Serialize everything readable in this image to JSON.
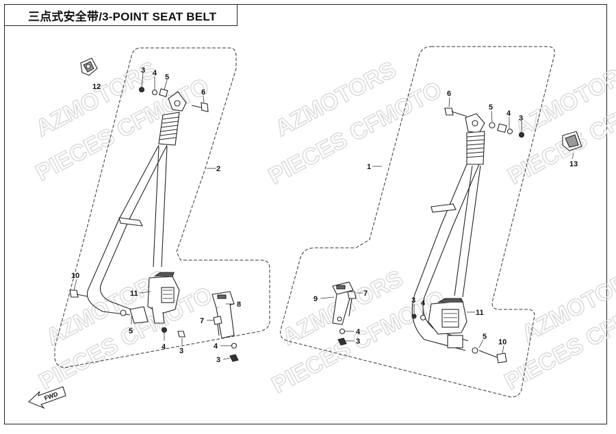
{
  "title": "三点式安全带/3-POINT SEAT BELT",
  "watermarks": [
    "AZMOTORS",
    "PIECES CFMOTO"
  ],
  "fwd_label": "FWD",
  "callouts": [
    {
      "id": "c-12",
      "label": "12"
    },
    {
      "id": "c-3a",
      "label": "3"
    },
    {
      "id": "c-4a",
      "label": "4"
    },
    {
      "id": "c-5a",
      "label": "5"
    },
    {
      "id": "c-6a",
      "label": "6"
    },
    {
      "id": "c-2",
      "label": "2"
    },
    {
      "id": "c-10a",
      "label": "10"
    },
    {
      "id": "c-11a",
      "label": "11"
    },
    {
      "id": "c-5b",
      "label": "5"
    },
    {
      "id": "c-4b",
      "label": "4"
    },
    {
      "id": "c-3b",
      "label": "3"
    },
    {
      "id": "c-8",
      "label": "8"
    },
    {
      "id": "c-7a",
      "label": "7"
    },
    {
      "id": "c-4c",
      "label": "4"
    },
    {
      "id": "c-3c",
      "label": "3"
    },
    {
      "id": "c-1",
      "label": "1"
    },
    {
      "id": "c-6b",
      "label": "6"
    },
    {
      "id": "c-5c",
      "label": "5"
    },
    {
      "id": "c-4d",
      "label": "4"
    },
    {
      "id": "c-3d",
      "label": "3"
    },
    {
      "id": "c-13",
      "label": "13"
    },
    {
      "id": "c-9",
      "label": "9"
    },
    {
      "id": "c-7b",
      "label": "7"
    },
    {
      "id": "c-4e",
      "label": "4"
    },
    {
      "id": "c-3e",
      "label": "3"
    },
    {
      "id": "c-3f",
      "label": "3"
    },
    {
      "id": "c-4f",
      "label": "4"
    },
    {
      "id": "c-11b",
      "label": "11"
    },
    {
      "id": "c-5d",
      "label": "5"
    },
    {
      "id": "c-10b",
      "label": "10"
    }
  ]
}
